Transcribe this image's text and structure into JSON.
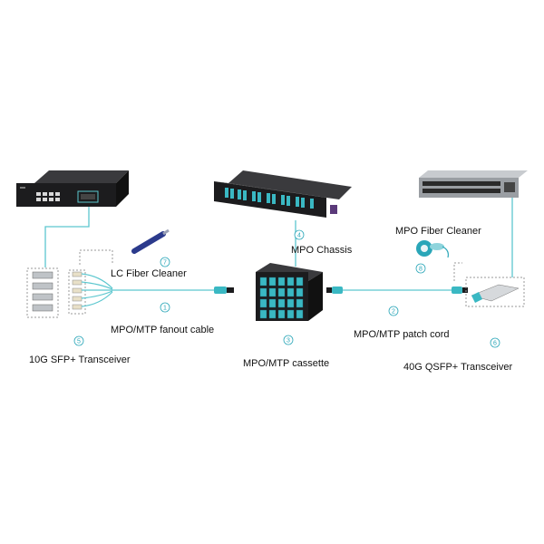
{
  "colors": {
    "fiber": "#5cc7cf",
    "accent": "#2aa6b8",
    "device_dark": "#1c1c1e",
    "switch_grey": "#9a9ea3"
  },
  "labels": {
    "lc_cleaner": "LC Fiber Cleaner",
    "fanout": "MPO/MTP fanout cable",
    "sfp": "10G SFP+ Transceiver",
    "chassis": "MPO Chassis",
    "cassette": "MPO/MTP cassette",
    "mpo_cleaner": "MPO Fiber Cleaner",
    "patch_cord": "MPO/MTP patch cord",
    "qsfp": "40G QSFP+ Transceiver"
  },
  "numbers": {
    "n1": "1",
    "n2": "2",
    "n3": "3",
    "n4": "4",
    "n5": "5",
    "n6": "6",
    "n7": "7",
    "n8": "8"
  }
}
